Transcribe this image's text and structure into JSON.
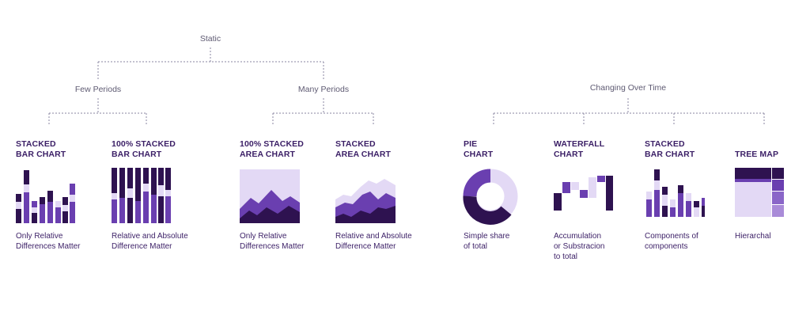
{
  "tree": {
    "root": "Static",
    "branch_few": "Few Periods",
    "branch_many": "Many Periods",
    "branch_change": "Changing Over Time"
  },
  "charts": [
    {
      "title": [
        "STACKED",
        "BAR CHART"
      ],
      "desc": [
        "Only Relative",
        "Differences Matter"
      ]
    },
    {
      "title": [
        "100% STACKED",
        "BAR CHART"
      ],
      "desc": [
        "Relative and Absolute",
        "Difference Matter"
      ]
    },
    {
      "title": [
        "100% STACKED",
        "AREA CHART"
      ],
      "desc": [
        "Only Relative",
        "Differences Matter"
      ]
    },
    {
      "title": [
        "STACKED",
        "AREA CHART"
      ],
      "desc": [
        "Relative and Absolute",
        "Difference Matter"
      ]
    },
    {
      "title": [
        "PIE",
        "CHART"
      ],
      "desc": [
        "Simple share",
        "of total"
      ]
    },
    {
      "title": [
        "WATERFALL",
        "CHART"
      ],
      "desc": [
        "Accumulation",
        "or Substracion",
        "to total"
      ]
    },
    {
      "title": [
        "STACKED",
        "BAR CHART"
      ],
      "desc": [
        "Components of",
        "components"
      ]
    },
    {
      "title": [
        "TREE MAP"
      ],
      "desc": [
        "Hierarchal"
      ]
    }
  ],
  "colors": {
    "dark": "#2e1250",
    "mid": "#6a3fb0",
    "light": "#e3d9f5",
    "connector": "#8a86a0"
  },
  "icons": [
    "stacked-bar-thumbnail-icon",
    "percent-stacked-bar-thumbnail-icon",
    "percent-stacked-area-thumbnail-icon",
    "stacked-area-thumbnail-icon",
    "donut-pie-thumbnail-icon",
    "waterfall-thumbnail-icon",
    "stacked-bar-components-thumbnail-icon",
    "tree-map-thumbnail-icon"
  ]
}
